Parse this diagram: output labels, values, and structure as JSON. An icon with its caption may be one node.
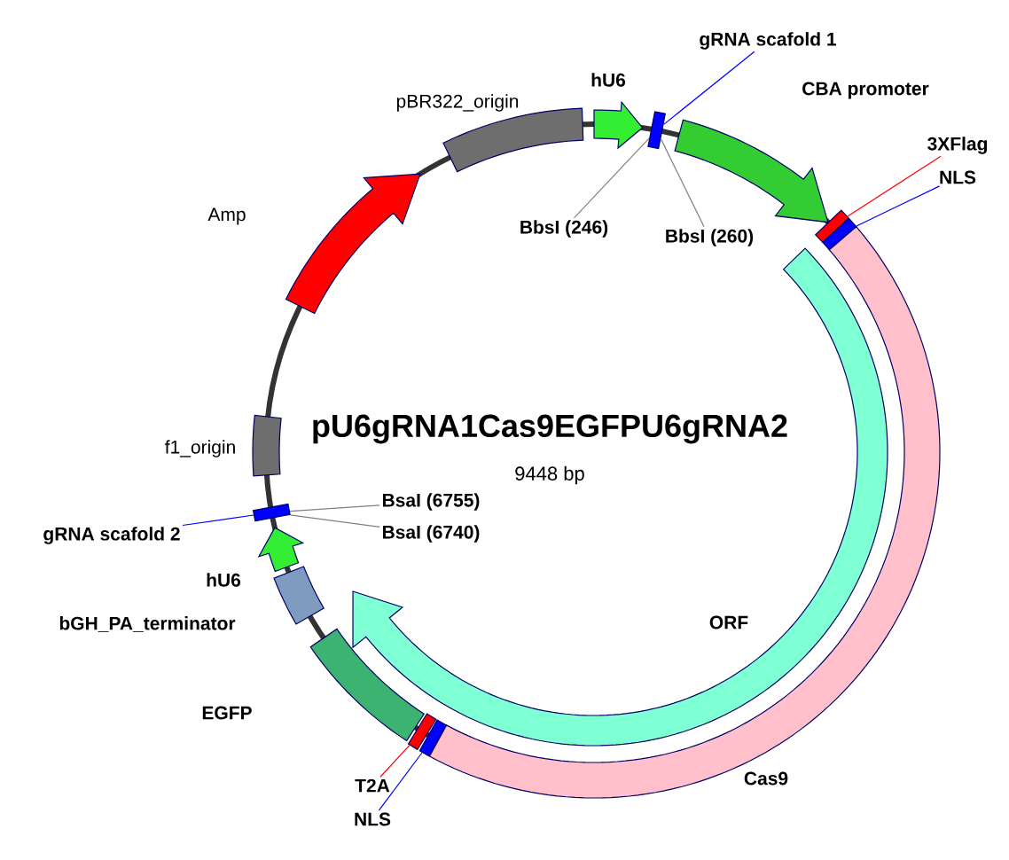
{
  "diagram": {
    "title": "pU6gRNA1Cas9EGFPU6gRNA2",
    "nodes": [
      {
        "text": [
          "pBR322_origin"
        ]
      },
      {
        "text": [
          "hU6"
        ]
      },
      {
        "text": [
          "gRNA scafold 1"
        ]
      },
      {
        "text": [],
        "shape": "box"
      },
      {
        "text": [
          "CBA promoter"
        ]
      },
      {
        "text": [
          "3XFlag"
        ]
      },
      {
        "text": [],
        "shape": "box"
      },
      {
        "text": [
          "NLS"
        ]
      },
      {
        "text": [],
        "shape": "box"
      },
      {
        "text": [
          "BbsI (246)"
        ]
      },
      {
        "text": [
          "BbsI (260)"
        ]
      },
      {
        "text": [
          "Amp"
        ]
      },
      {
        "text": [
          "f1_origin"
        ]
      },
      {
        "text": [
          "BsaI (6755)"
        ]
      },
      {
        "text": [
          "BsaI (6740)"
        ]
      },
      {
        "text": [
          "gRNA scafold 2"
        ]
      },
      {
        "text": [],
        "shape": "box"
      },
      {
        "text": [
          "hU6"
        ]
      },
      {
        "text": [
          "bGH_PA_terminator"
        ]
      },
      {
        "text": [
          "ORF"
        ]
      },
      {
        "text": [
          "EGFP"
        ]
      },
      {
        "text": [
          "T2A"
        ]
      },
      {
        "text": [],
        "shape": "box"
      },
      {
        "text": [
          "NLS"
        ]
      },
      {
        "text": [],
        "shape": "box"
      },
      {
        "text": [
          "Cas9"
        ]
      }
    ],
    "edges": [
      {
        "from": 2,
        "to": 3,
        "arrow": "none",
        "color": "#0000ff"
      },
      {
        "from": 5,
        "to": 6,
        "arrow": "none",
        "color": "#ff0000"
      },
      {
        "from": 7,
        "to": 8,
        "arrow": "none",
        "color": "#0000ff"
      },
      {
        "from": 9,
        "to": 3,
        "arrow": "none",
        "color": "#808080"
      },
      {
        "from": 10,
        "to": 3,
        "arrow": "none",
        "color": "#808080"
      },
      {
        "from": 13,
        "to": 16,
        "arrow": "none",
        "color": "#808080"
      },
      {
        "from": 14,
        "to": 16,
        "arrow": "none",
        "color": "#808080"
      },
      {
        "from": 15,
        "to": 16,
        "arrow": "none",
        "color": "#0000ff"
      },
      {
        "from": 21,
        "to": 22,
        "arrow": "none",
        "color": "#ff0000"
      },
      {
        "from": 23,
        "to": 24,
        "arrow": "none",
        "color": "#0000ff"
      }
    ],
    "labels": [
      "9448 bp"
    ]
  }
}
